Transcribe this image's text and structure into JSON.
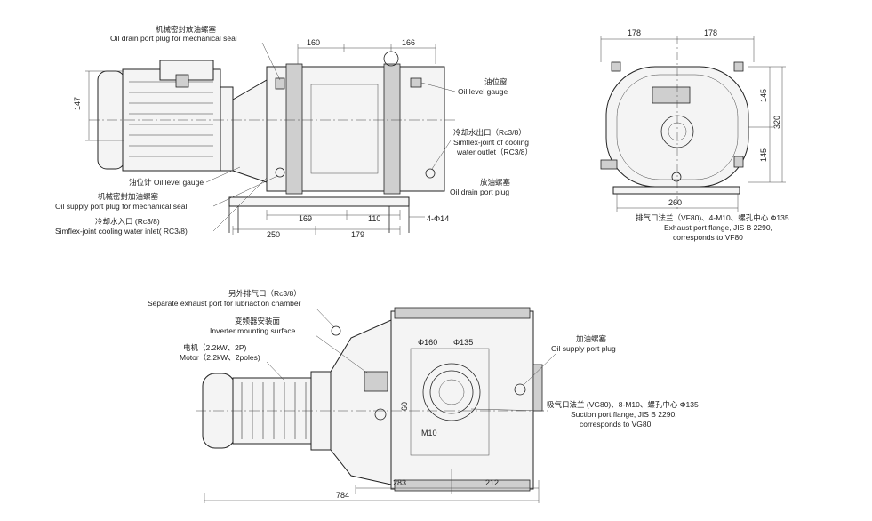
{
  "side_view": {
    "dims": {
      "d160": "160",
      "d166": "166",
      "d147": "147",
      "d169": "169",
      "d110": "110",
      "d250": "250",
      "d179": "179",
      "d4phi14": "4-Φ14"
    },
    "labels": {
      "oil_drain_seal_cn": "机械密封放油螺塞",
      "oil_drain_seal_en": "Oil drain port plug for mechanical seal",
      "oil_level_cn": "油位窗",
      "oil_level_en": "Oil level gauge",
      "cool_out_cn": "冷却水出口（Rc3/8）",
      "cool_out_en1": "Simflex-joint of cooling",
      "cool_out_en2": "water outlet（RC3/8）",
      "drain_cn": "放油螺塞",
      "drain_en": "Oil drain port plug",
      "level_gauge2": "油位计 Oil level gauge",
      "supply_seal_cn": "机械密封加油螺塞",
      "supply_seal_en": "Oil supply port plug for mechanical seal",
      "cool_in_cn": "冷却水入口 (Rc3/8)",
      "cool_in_en": "Simflex-joint cooling water inlet( RC3/8)"
    }
  },
  "end_view": {
    "dims": {
      "d178a": "178",
      "d178b": "178",
      "d145a": "145",
      "d320": "320",
      "d145b": "145",
      "d260": "260"
    },
    "labels": {
      "exhaust_cn": "排气口法兰（VF80)、4-M10、螺孔中心 Φ135",
      "exhaust_en1": "Exhaust port flange, JIS B 2290,",
      "exhaust_en2": "corresponds to VF80"
    }
  },
  "top_view": {
    "dims": {
      "d160": "Φ160",
      "d135": "Φ135",
      "d60": "60",
      "m10": "M10",
      "d283": "283",
      "d212": "212",
      "d784": "784"
    },
    "labels": {
      "sep_cn": "另外排气口（Rc3/8）",
      "sep_en": "Separate exhaust port for lubriaction chamber",
      "inv_cn": "变频器安装面",
      "inv_en": "Inverter mounting surface",
      "motor_cn": "电机（2.2kW、2P)",
      "motor_en": "Motor（2.2kW、2poles)",
      "supply_cn": "加油螺塞",
      "supply_en": "Oil supply port plug",
      "suction_cn": "吸气口法兰 (VG80)、8-M10、螺孔中心 Φ135",
      "suction_en1": "Suction port flange, JIS B 2290,",
      "suction_en2": "corresponds to VG80"
    }
  }
}
